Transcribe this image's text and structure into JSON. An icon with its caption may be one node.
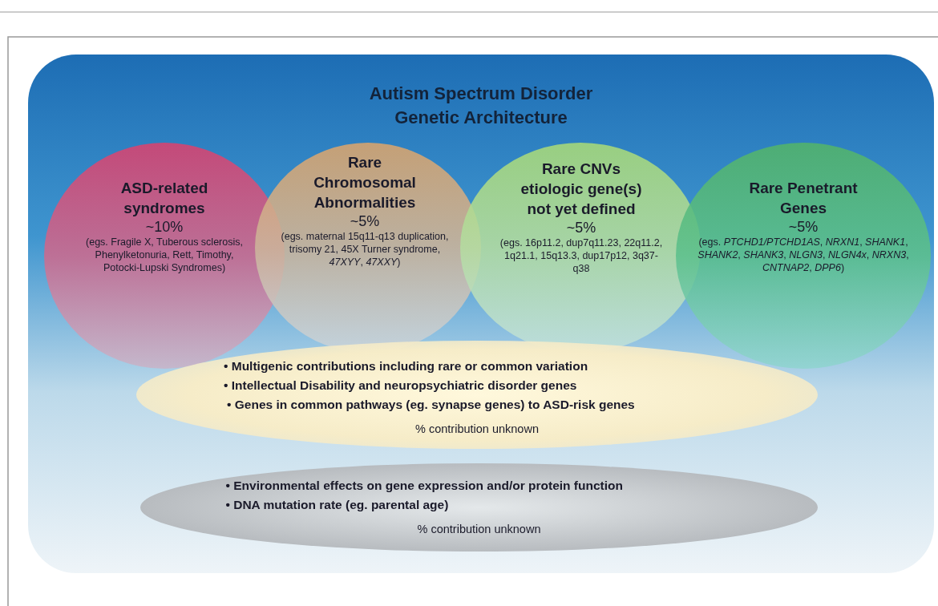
{
  "diagram": {
    "title": "Autism Spectrum Disorder Genetic Architecture",
    "nodes": [
      {
        "text": [
          "ASD-related syndromes",
          "~10%",
          "(egs. Fragile X, Tuberous sclerosis, Phenylketonuria, Rett, Timothy, Potocki-Lupski Syndromes)"
        ]
      },
      {
        "text": [
          "Rare Chromosomal Abnormalities",
          "~5%",
          "(egs. maternal 15q11-q13 duplication, trisomy 21, 45X Turner syndrome, *47XYY*, *47XXY*)"
        ]
      },
      {
        "text": [
          "Rare CNVs etiologic gene(s) not yet defined",
          "~5%",
          "(egs. 16p11.2, dup7q11.23, 22q11.2, 1q21.1, 15q13.3, dup17p12, 3q37-q38"
        ]
      },
      {
        "text": [
          "Rare Penetrant Genes",
          "~5%",
          "(egs. *PTCHD1/PTCHD1AS*, *NRXN1*, *SHANK1*, *SHANK2*, *SHANK3*, *NLGN3*, *NLGN4x*, *NRXN3*, *CNTNAP2*, *DPP6*)"
        ]
      },
      {
        "text": [
          "• Multigenic contributions including rare or common variation",
          "• Intellectual Disability and neuropsychiatric disorder genes",
          "• Genes in common pathways (eg. synapse genes) to ASD-risk genes",
          "% contribution unknown"
        ]
      },
      {
        "text": [
          "• Environmental effects on gene expression and/or protein function",
          "• DNA mutation rate (eg. parental age)",
          "% contribution unknown"
        ]
      }
    ]
  }
}
